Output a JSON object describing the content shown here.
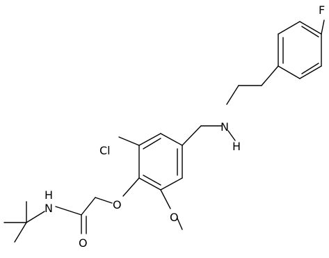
{
  "structure": {
    "atoms": {
      "fluorine": "F",
      "chlorine": "Cl",
      "amine_n": "N",
      "amine_h": "H",
      "amide_n": "N",
      "amide_h": "H",
      "ether_o": "O",
      "methoxy_o": "O",
      "carbonyl_o": "O"
    }
  },
  "colors": {
    "bond": "#000000",
    "label": "#000000",
    "background": "#ffffff"
  }
}
